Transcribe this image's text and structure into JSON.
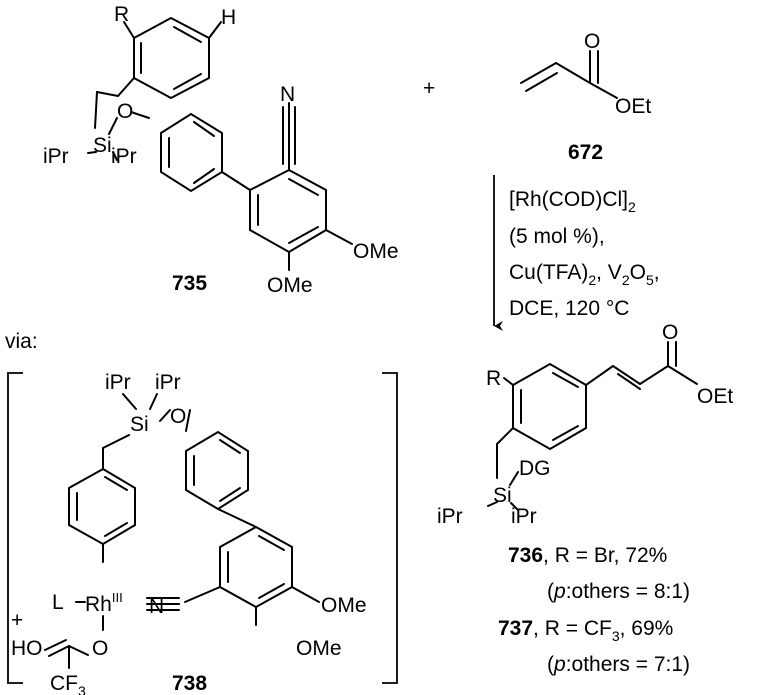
{
  "reactant": {
    "label": "735",
    "R": "R",
    "H": "H",
    "O": "O",
    "Si": "Si",
    "iPr1": "iPr",
    "iPr2": "iPr",
    "N": "N",
    "OMe1": "OMe",
    "OMe2": "OMe"
  },
  "plus": "+",
  "acrylate": {
    "label": "672",
    "O": "O",
    "OEt": "OEt"
  },
  "conditions": {
    "line1": "[Rh(COD)Cl]",
    "line1_sub": "2",
    "line2": "(5 mol %),",
    "line3a": "Cu(TFA)",
    "line3_sub": "2",
    "line3b": ", V",
    "line3_sub2": "2",
    "line3c": "O",
    "line3_sub3": "5",
    "line3d": ",",
    "line4": "DCE, 120 °C"
  },
  "via": "via:",
  "intermediate": {
    "label": "738",
    "iPr1": "iPr",
    "iPr2": "iPr",
    "Si": "Si",
    "O_top": "O",
    "L": "L",
    "Rh": "Rh",
    "Rh_ox": "III",
    "N": "N",
    "O_low": "O",
    "plus": "+",
    "HO": "HO",
    "CF": "CF",
    "CF_sub": "3",
    "OMe1": "OMe",
    "OMe2": "OMe"
  },
  "product": {
    "R": "R",
    "O": "O",
    "OEt": "OEt",
    "DG": "DG",
    "Si": "Si",
    "iPr1": "iPr",
    "iPr2": "iPr",
    "entries": [
      {
        "compound": "736",
        "text": ", R = Br, 72%",
        "ratio_open": "(",
        "ratio_p": "p",
        "ratio_rest": ":others = 8:1)"
      },
      {
        "compound": "737",
        "text_a": ", R = CF",
        "text_sub": "3",
        "text_b": ", 69%",
        "ratio_open": "(",
        "ratio_p": "p",
        "ratio_rest": ":others = 7:1)"
      }
    ]
  }
}
